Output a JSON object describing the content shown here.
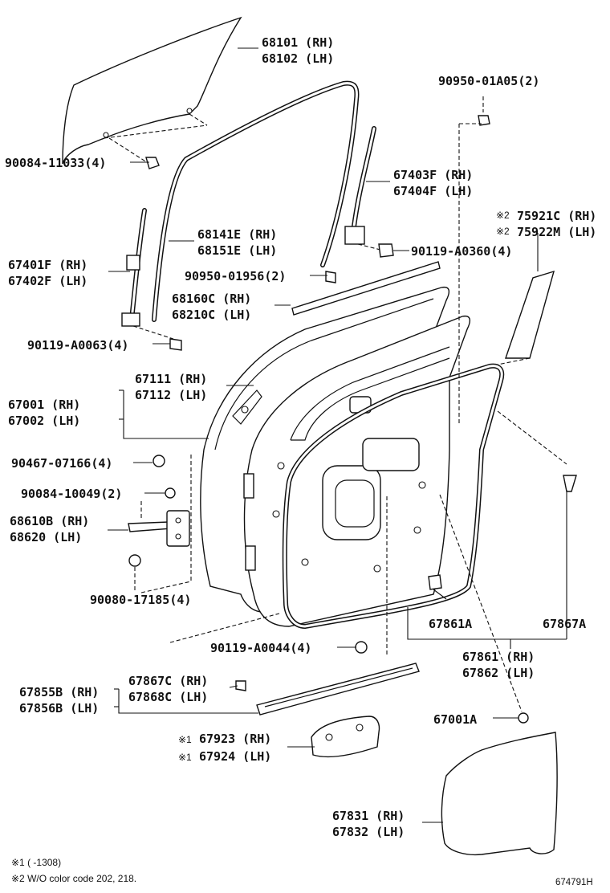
{
  "labels": {
    "glass": [
      "68101 (RH)",
      "68102 (LH)"
    ],
    "bolt_90084_11033": "90084-11033(4)",
    "clip_90950_01a05": "90950-01A05(2)",
    "run_rear": [
      "67403F (RH)",
      "67404F (LH)"
    ],
    "run_channel": [
      "68141E (RH)",
      "68151E (LH)"
    ],
    "garnish_sticker": [
      "75921C (RH)",
      "75922M (LH)"
    ],
    "note_mark_2": "※2",
    "run_front": [
      "67401F (RH)",
      "67402F (LH)"
    ],
    "bolt_90119_a0360": "90119-A0360(4)",
    "clip_90950_01956": "90950-01956(2)",
    "belt_moulding": [
      "68160C (RH)",
      "68210C (LH)"
    ],
    "bolt_90119_a0063": "90119-A0063(4)",
    "weatherstrip_frame": [
      "67111 (RH)",
      "67112 (LH)"
    ],
    "door_panel": [
      "67001 (RH)",
      "67002 (LH)"
    ],
    "nut_90467_07166": "90467-07166(4)",
    "bolt_90084_10049": "90084-10049(2)",
    "check_assy": [
      "68610B (RH)",
      "68620 (LH)"
    ],
    "bolt_90080_17185": "90080-17185(4)",
    "bolt_90119_a0044": "90119-A0044(4)",
    "weatherstrip_clip_a": "67861A",
    "weatherstrip_clip_b": "67867A",
    "weatherstrip_door": [
      "67861 (RH)",
      "67862 (LH)"
    ],
    "clip_67867c": [
      "67867C (RH)",
      "67868C (LH)"
    ],
    "lower_moulding": [
      "67855B (RH)",
      "67856B (LH)"
    ],
    "plug_67001a": "67001A",
    "silencer": [
      "67923 (RH)",
      "67924 (LH)"
    ],
    "note_mark_1": "※1",
    "hole_cover": [
      "67831 (RH)",
      "67832 (LH)"
    ]
  },
  "notes": {
    "note1": "※1 (      -1308)",
    "note2": "※2 W/O color code 202, 218."
  },
  "diagram_code": "674791H"
}
